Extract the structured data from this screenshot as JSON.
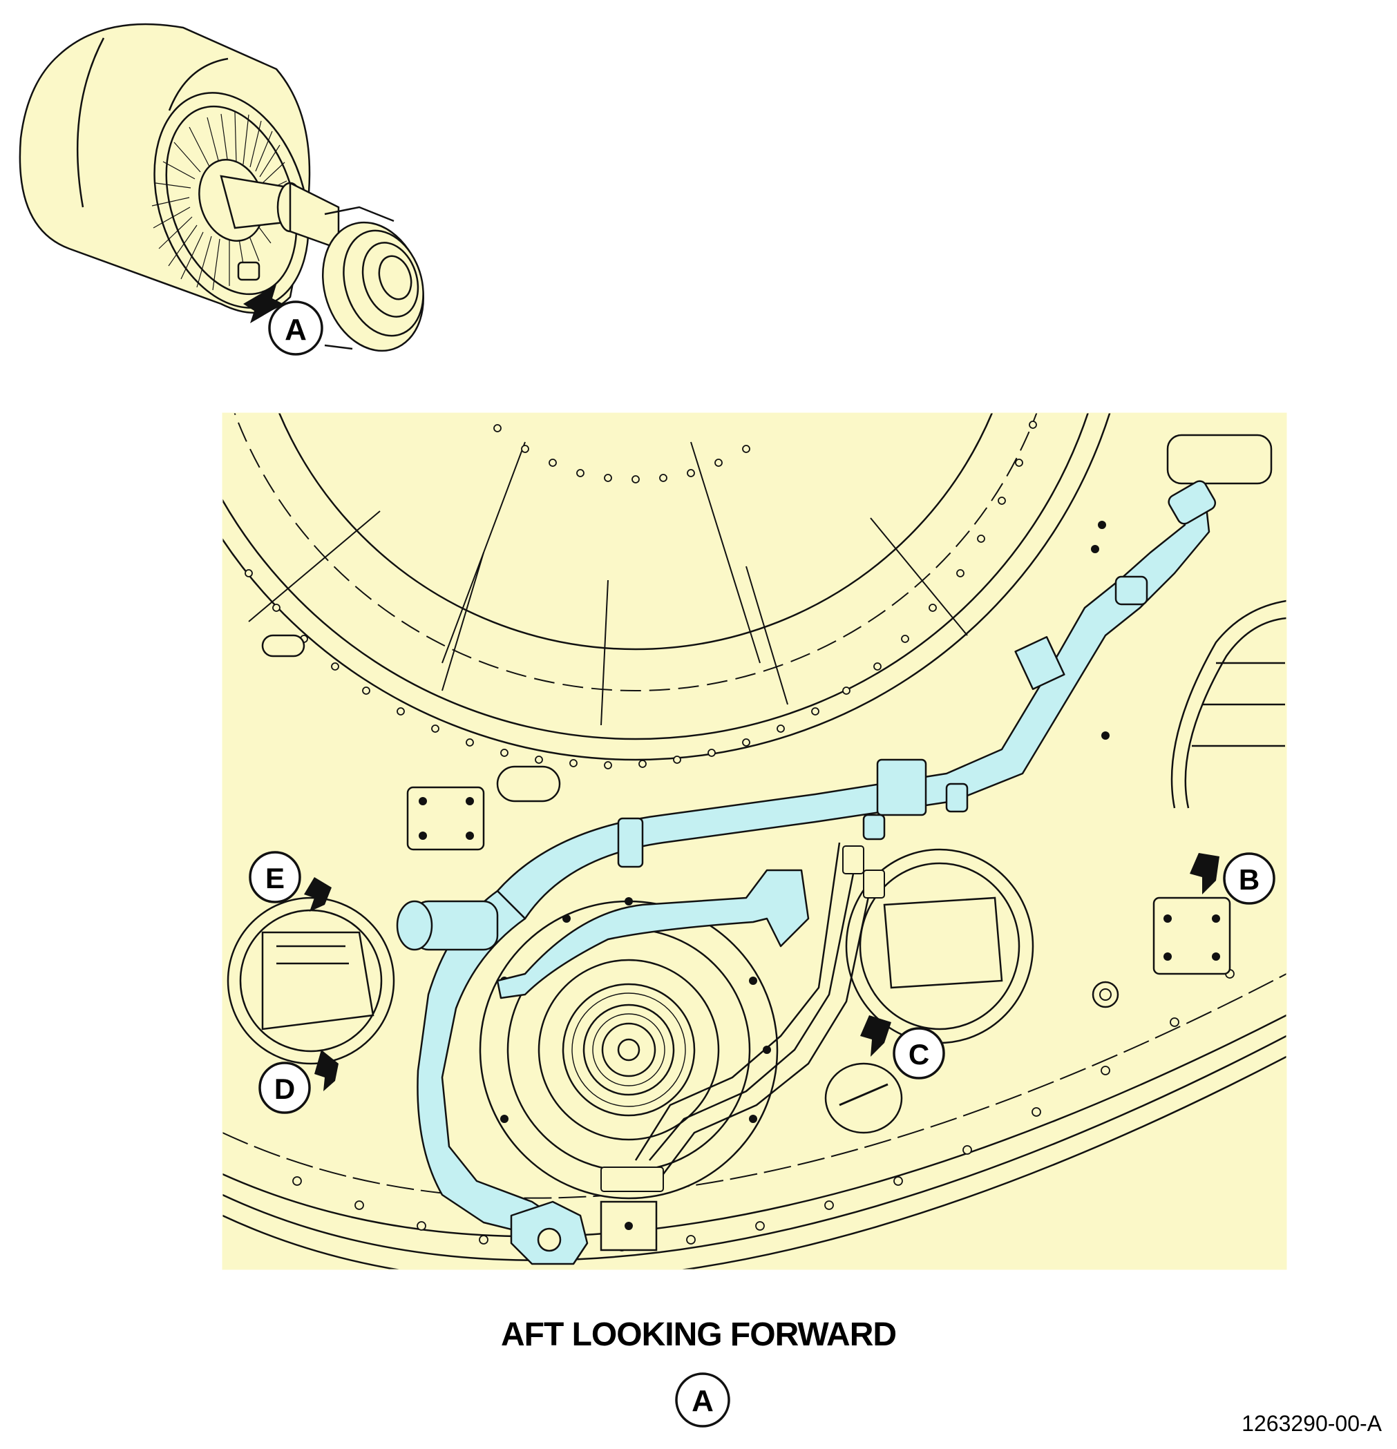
{
  "colors": {
    "part_fill": "#fbf8c8",
    "highlight_fill": "#c4f0f2",
    "line": "#111111",
    "background": "#ffffff"
  },
  "locator": {
    "callout": "A"
  },
  "detail": {
    "callouts": {
      "b": "B",
      "c": "C",
      "d": "D",
      "e": "E"
    },
    "view_title": "AFT LOOKING FORWARD",
    "view_callout": "A"
  },
  "figure_number": "1263290-00-A"
}
